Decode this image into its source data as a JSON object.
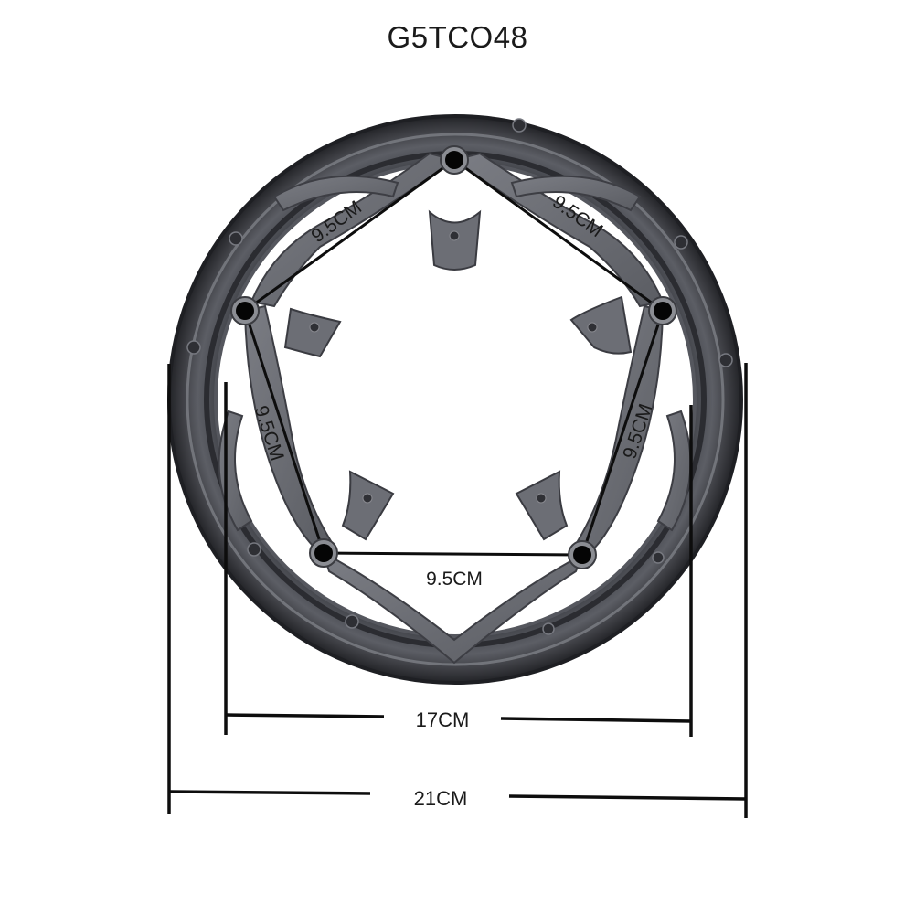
{
  "title": "G5TCO48",
  "product": {
    "name": "chainring guard",
    "color_ring": "#4a4c52",
    "color_ring_dark": "#2a2b30",
    "color_ring_light": "#8d8f96",
    "color_spoke": "#6f7178",
    "bolt_count": 5
  },
  "dimensions": {
    "bolt_spacing": {
      "label": "9.5CM",
      "edges": [
        {
          "name": "top-left",
          "label": "9.5CM"
        },
        {
          "name": "top-right",
          "label": "9.5CM"
        },
        {
          "name": "right",
          "label": "9.5CM"
        },
        {
          "name": "bottom",
          "label": "9.5CM"
        },
        {
          "name": "left",
          "label": "9.5CM"
        }
      ]
    },
    "inner_diameter": {
      "label": "17CM",
      "value": 17,
      "unit": "CM"
    },
    "outer_diameter": {
      "label": "21CM",
      "value": 21,
      "unit": "CM"
    }
  }
}
